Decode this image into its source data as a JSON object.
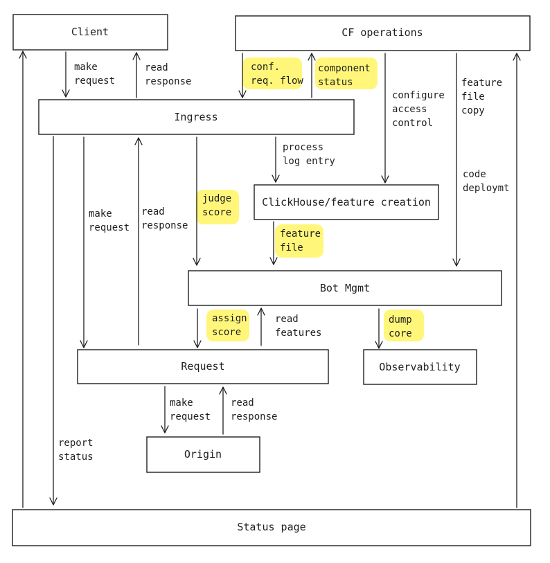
{
  "colors": {
    "highlight": "#fff67a",
    "stroke": "#1e1e1e",
    "background": "#ffffff"
  },
  "nodes": {
    "client": "Client",
    "cf_operations": "CF operations",
    "ingress": "Ingress",
    "clickhouse": "ClickHouse/feature creation",
    "bot_mgmt": "Bot Mgmt",
    "request": "Request",
    "observability": "Observability",
    "origin": "Origin",
    "status_page": "Status page"
  },
  "edges": {
    "client_ingress_make": [
      "make",
      "request"
    ],
    "ingress_client_read": [
      "read",
      "response"
    ],
    "ops_ingress_conf": [
      "conf.",
      "req. flow"
    ],
    "ingress_ops_status": [
      "component",
      "status"
    ],
    "ops_clickhouse_access": [
      "configure",
      "access",
      "control"
    ],
    "ops_botmgmt_copy": [
      "feature",
      "file",
      "copy"
    ],
    "ops_botmgmt_deploy": [
      "code",
      "deploymt"
    ],
    "ingress_clickhouse_log": [
      "process",
      "log entry"
    ],
    "ingress_request_make": [
      "make",
      "request"
    ],
    "request_ingress_read": [
      "read",
      "response"
    ],
    "ingress_botmgmt_judge": [
      "judge",
      "score"
    ],
    "clickhouse_botmgmt_file": [
      "feature",
      "file"
    ],
    "botmgmt_request_assign": [
      "assign",
      "score"
    ],
    "request_botmgmt_read": [
      "read",
      "features"
    ],
    "botmgmt_obs_dump": [
      "dump",
      "core"
    ],
    "request_origin_make": [
      "make",
      "request"
    ],
    "origin_request_read": [
      "read",
      "response"
    ],
    "ingress_status_report": [
      "report",
      "status"
    ]
  }
}
